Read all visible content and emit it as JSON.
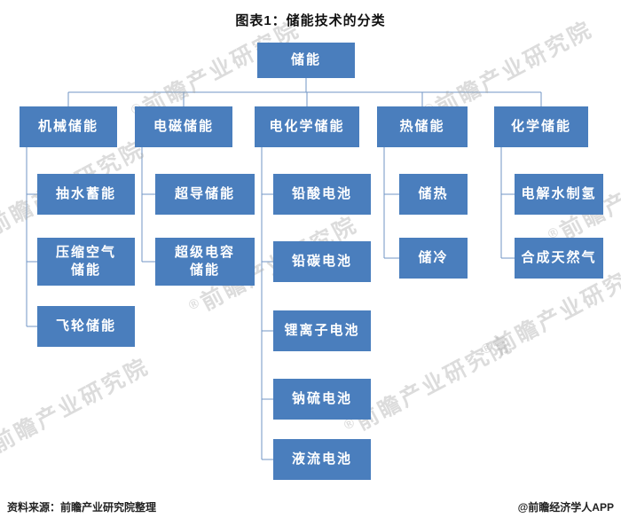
{
  "title": "图表1：储能技术的分类",
  "footer": {
    "source": "资料来源：前瞻产业研究院整理",
    "credit": "@前瞻经济学人APP"
  },
  "watermark": {
    "text": "前瞻产业研究院",
    "reg": "®"
  },
  "colors": {
    "box": "#4a7ebd",
    "box_text": "#ffffff",
    "line": "#7096c5",
    "watermark": "#a6a6a6"
  },
  "tree": {
    "root": "储能",
    "branches": [
      {
        "label": "机械储能",
        "children": [
          "抽水蓄能",
          "压缩空气储能",
          "飞轮储能"
        ]
      },
      {
        "label": "电磁储能",
        "children": [
          "超导储能",
          "超级电容储能"
        ]
      },
      {
        "label": "电化学储能",
        "children": [
          "铅酸电池",
          "铅碳电池",
          "锂离子电池",
          "钠硫电池",
          "液流电池"
        ]
      },
      {
        "label": "热储能",
        "children": [
          "储热",
          "储冷"
        ]
      },
      {
        "label": "化学储能",
        "children": [
          "电解水制氢",
          "合成天然气"
        ]
      }
    ]
  }
}
